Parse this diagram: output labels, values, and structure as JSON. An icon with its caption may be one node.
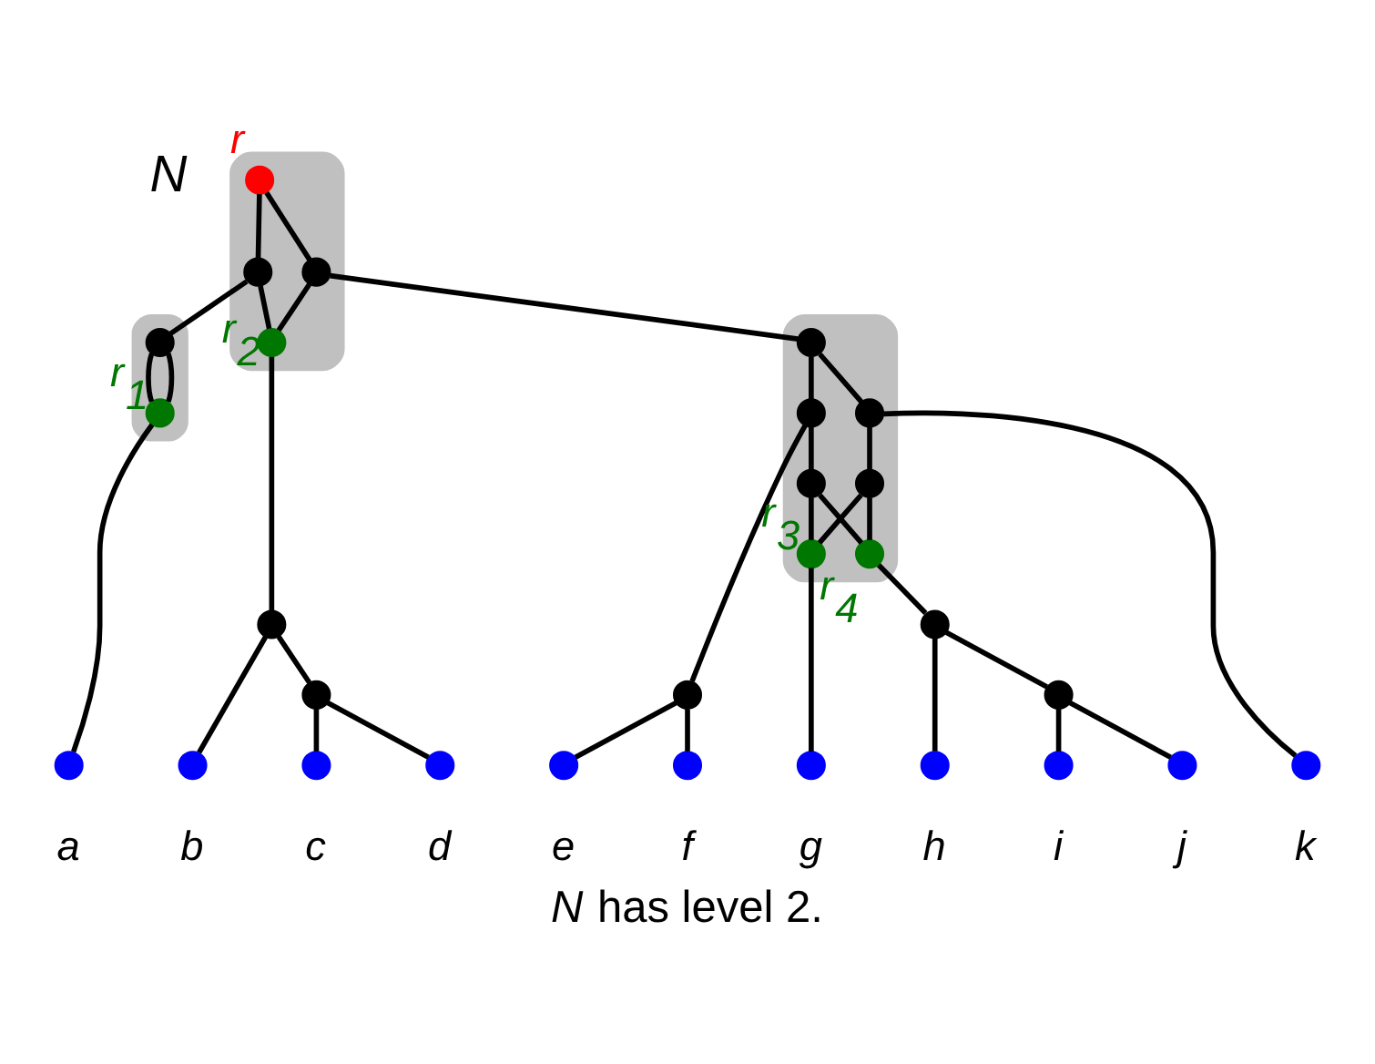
{
  "diagram": {
    "caption": "*N* has level 2.",
    "nodes": [
      {
        "text": [],
        "shape": "cloud"
      },
      {
        "text": [],
        "shape": "circle",
        "in": 0,
        "beside": [
          "r"
        ]
      },
      {
        "text": [],
        "shape": "circle",
        "in": 0
      },
      {
        "text": [],
        "shape": "circle",
        "in": 0
      },
      {
        "text": [],
        "shape": "circle",
        "in": 0,
        "beside": [
          "r$_{2}$"
        ]
      },
      {
        "text": [],
        "shape": "cloud"
      },
      {
        "text": [],
        "shape": "circle",
        "in": 5
      },
      {
        "text": [],
        "shape": "circle",
        "in": 5,
        "beside": [
          "r$_{1}$"
        ]
      },
      {
        "text": [],
        "shape": "cloud"
      },
      {
        "text": [],
        "shape": "circle",
        "in": 8
      },
      {
        "text": [],
        "shape": "circle",
        "in": 8
      },
      {
        "text": [],
        "shape": "circle",
        "in": 8
      },
      {
        "text": [],
        "shape": "circle",
        "in": 8
      },
      {
        "text": [],
        "shape": "circle",
        "in": 8
      },
      {
        "text": [],
        "shape": "circle",
        "in": 8,
        "beside": [
          "r$_{3}$"
        ]
      },
      {
        "text": [],
        "shape": "circle",
        "in": 8,
        "beside": [
          "r$_{4}$"
        ]
      },
      {
        "text": [],
        "shape": "circle"
      },
      {
        "text": [],
        "shape": "circle"
      },
      {
        "text": [],
        "shape": "circle"
      },
      {
        "text": [],
        "shape": "circle"
      },
      {
        "text": [],
        "shape": "circle"
      },
      {
        "text": [],
        "shape": "circle",
        "beside": [
          "a"
        ]
      },
      {
        "text": [],
        "shape": "circle",
        "beside": [
          "b"
        ]
      },
      {
        "text": [],
        "shape": "circle",
        "beside": [
          "c"
        ]
      },
      {
        "text": [],
        "shape": "circle",
        "beside": [
          "d"
        ]
      },
      {
        "text": [],
        "shape": "circle",
        "beside": [
          "e"
        ]
      },
      {
        "text": [],
        "shape": "circle",
        "beside": [
          "f"
        ]
      },
      {
        "text": [],
        "shape": "circle",
        "beside": [
          "g"
        ]
      },
      {
        "text": [],
        "shape": "circle",
        "beside": [
          "h"
        ]
      },
      {
        "text": [],
        "shape": "circle",
        "beside": [
          "i"
        ]
      },
      {
        "text": [],
        "shape": "circle",
        "beside": [
          "j"
        ]
      },
      {
        "text": [],
        "shape": "circle",
        "beside": [
          "k"
        ]
      }
    ],
    "edges": [
      {
        "from": 1,
        "to": 2,
        "arrow": "none"
      },
      {
        "from": 1,
        "to": 3,
        "arrow": "none"
      },
      {
        "from": 2,
        "to": 6,
        "arrow": "none"
      },
      {
        "from": 2,
        "to": 4,
        "arrow": "none"
      },
      {
        "from": 3,
        "to": 4,
        "arrow": "none"
      },
      {
        "from": 3,
        "to": 9,
        "arrow": "none"
      },
      {
        "from": 6,
        "to": 7,
        "arrow": "none"
      },
      {
        "from": 6,
        "to": 7,
        "arrow": "none"
      },
      {
        "from": 7,
        "to": 21,
        "arrow": "none"
      },
      {
        "from": 4,
        "to": 16,
        "arrow": "none"
      },
      {
        "from": 16,
        "to": 22,
        "arrow": "none"
      },
      {
        "from": 16,
        "to": 17,
        "arrow": "none"
      },
      {
        "from": 17,
        "to": 23,
        "arrow": "none"
      },
      {
        "from": 17,
        "to": 24,
        "arrow": "none"
      },
      {
        "from": 9,
        "to": 10,
        "arrow": "none"
      },
      {
        "from": 9,
        "to": 11,
        "arrow": "none"
      },
      {
        "from": 10,
        "to": 18,
        "arrow": "none"
      },
      {
        "from": 10,
        "to": 12,
        "arrow": "none"
      },
      {
        "from": 18,
        "to": 25,
        "arrow": "none"
      },
      {
        "from": 18,
        "to": 26,
        "arrow": "none"
      },
      {
        "from": 12,
        "to": 14,
        "arrow": "none"
      },
      {
        "from": 12,
        "to": 15,
        "arrow": "none"
      },
      {
        "from": 11,
        "to": 13,
        "arrow": "none"
      },
      {
        "from": 11,
        "to": 31,
        "arrow": "none"
      },
      {
        "from": 13,
        "to": 14,
        "arrow": "none"
      },
      {
        "from": 13,
        "to": 15,
        "arrow": "none"
      },
      {
        "from": 14,
        "to": 27,
        "arrow": "none"
      },
      {
        "from": 15,
        "to": 19,
        "arrow": "none"
      },
      {
        "from": 19,
        "to": 28,
        "arrow": "none"
      },
      {
        "from": 19,
        "to": 20,
        "arrow": "none"
      },
      {
        "from": 20,
        "to": 29,
        "arrow": "none"
      },
      {
        "from": 20,
        "to": 30,
        "arrow": "none"
      }
    ],
    "labels": [
      "N"
    ]
  }
}
